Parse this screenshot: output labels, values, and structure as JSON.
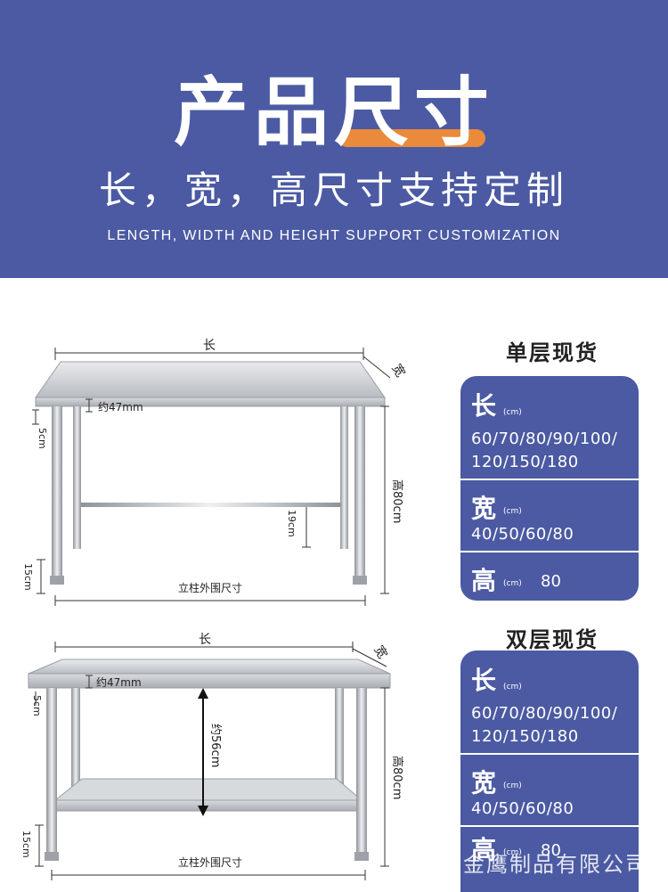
{
  "banner": {
    "title": "产品尺寸",
    "subtitle": "长，宽，高尺寸支持定制",
    "english": "LENGTH, WIDTH AND HEIGHT SUPPORT CUSTOMIZATION"
  },
  "diagram_single": {
    "length_label": "长",
    "width_label": "宽",
    "top_thickness": "约47mm",
    "apron_height": "5cm",
    "height_label": "高80cm",
    "crossbar_height": "19cm",
    "foot_height": "15cm",
    "bottom_caption": "立柱外围尺寸"
  },
  "diagram_double": {
    "length_label": "长",
    "width_label": "宽",
    "top_thickness": "约47mm",
    "apron_height": "5cm",
    "shelf_gap": "约56cm",
    "height_label": "高80cm",
    "foot_height": "15cm",
    "bottom_caption": "立柱外围尺寸"
  },
  "single": {
    "title": "单层现货",
    "length_key": "长",
    "length_unit": "(cm)",
    "length_line1": "60/70/80/90/100/",
    "length_line2": "120/150/180",
    "width_key": "宽",
    "width_unit": "(cm)",
    "width_values": "40/50/60/80",
    "height_key": "高",
    "height_unit": "(cm)",
    "height_value": "80"
  },
  "double": {
    "title": "双层现货",
    "length_key": "长",
    "length_unit": "(cm)",
    "length_line1": "60/70/80/90/100/",
    "length_line2": "120/150/180",
    "width_key": "宽",
    "width_unit": "(cm)",
    "width_values": "40/50/60/80",
    "height_key": "高",
    "height_unit": "(cm)",
    "height_value": "80"
  },
  "watermark": "金鹰制品有限公司",
  "colors": {
    "banner": "#4b5aa2",
    "accent": "#e98a3c",
    "steel": "#c9ccd1"
  }
}
